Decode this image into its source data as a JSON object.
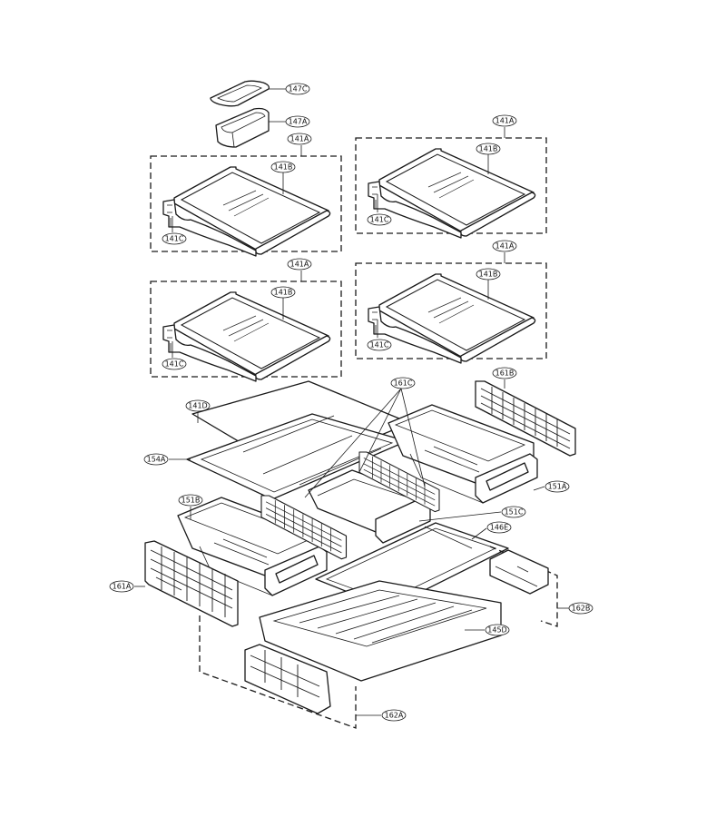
{
  "callouts": {
    "c147C": "147C",
    "c147A": "147A",
    "c141A_1": "141A",
    "c141B_1": "141B",
    "c141C_1": "141C",
    "c141A_2": "141A",
    "c141B_2": "141B",
    "c141C_2": "141C",
    "c141A_3": "141A",
    "c141B_3": "141B",
    "c141C_3": "141C",
    "c141A_4": "141A",
    "c141B_4": "141B",
    "c141C_4": "141C",
    "c141D": "141D",
    "c161C": "161C",
    "c161B": "161B",
    "c154A": "154A",
    "c151A": "151A",
    "c151B": "151B",
    "c151C": "151C",
    "c146E": "146E",
    "c161A": "161A",
    "c162B": "162B",
    "c145D": "145D",
    "c162A": "162A"
  }
}
